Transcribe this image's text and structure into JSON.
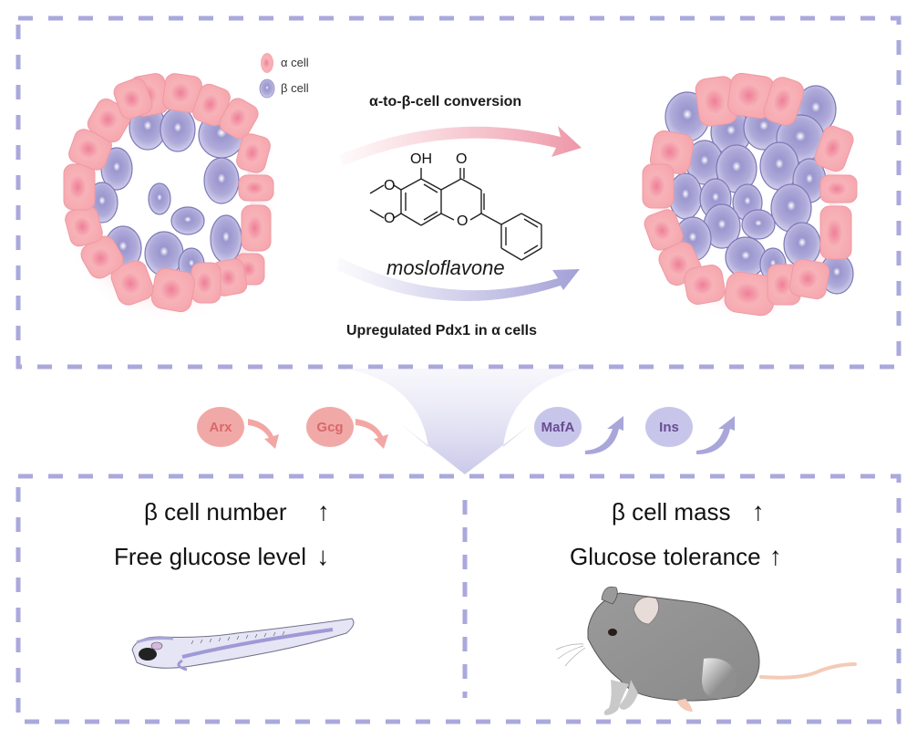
{
  "legend": {
    "items": [
      {
        "label": "α cell",
        "color": "#f4a3aa"
      },
      {
        "label": "β cell",
        "color": "#a9a6d6"
      }
    ]
  },
  "top_panel": {
    "upper_arrow_label": "α-to-β-cell conversion",
    "lower_arrow_label": "Upregulated Pdx1 in α cells",
    "compound_name": "mosloflavone",
    "compound_atoms": {
      "hydroxyl": "OH",
      "carbonyl_o": "O",
      "methoxy_o1": "O",
      "methoxy_o2": "O",
      "ring_o": "O"
    },
    "left_islet": "islet with scattered β cells",
    "right_islet": "islet with dense β cells"
  },
  "genes": [
    {
      "name": "Arx",
      "direction": "down"
    },
    {
      "name": "Gcg",
      "direction": "down"
    },
    {
      "name": "MafA",
      "direction": "up"
    },
    {
      "name": "Ins",
      "direction": "up"
    }
  ],
  "bottom_left": {
    "model": "zebrafish",
    "effects": [
      {
        "label": "β cell number",
        "arrow": "↑"
      },
      {
        "label": "Free glucose level",
        "arrow": "↓"
      }
    ]
  },
  "bottom_right": {
    "model": "mouse",
    "effects": [
      {
        "label": "β cell mass",
        "arrow": "↑"
      },
      {
        "label": "Glucose tolerance",
        "arrow": "↑"
      }
    ]
  },
  "colors": {
    "dash": "#aaa8dc",
    "alpha_cell": "#f4a3aa",
    "beta_cell": "#a9a6d6",
    "down_gene": "#f1a9a7",
    "up_gene": "#c7c6ea"
  }
}
